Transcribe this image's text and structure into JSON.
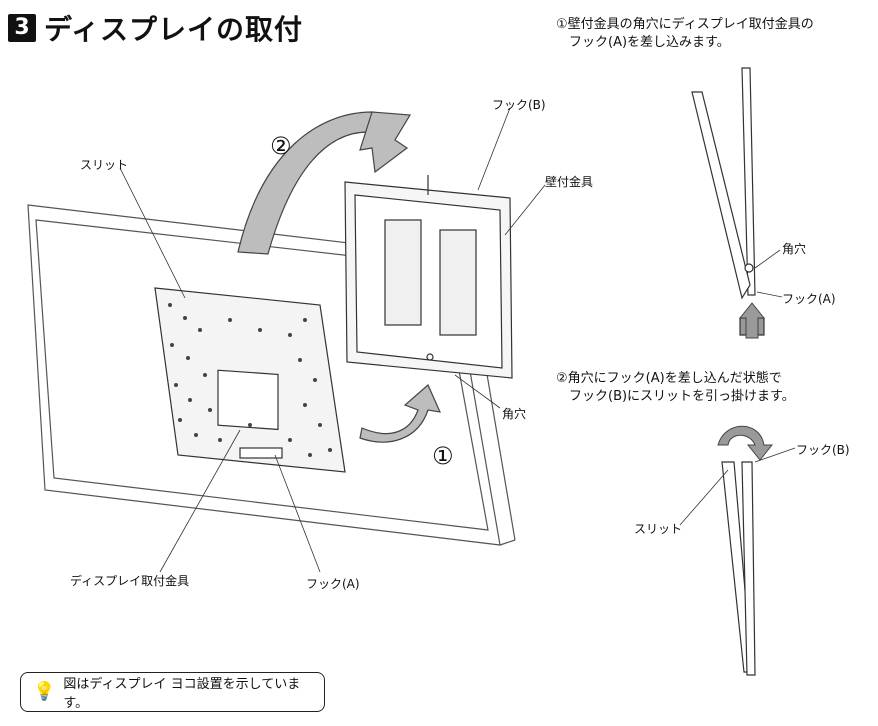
{
  "title": {
    "number": "3",
    "text": "ディスプレイの取付"
  },
  "steps": {
    "step1": "①壁付金具の角穴にディスプレイ取付金具の\n　フック(A)を差し込みます。",
    "step2": "②角穴にフック(A)を差し込んだ状態で\n　フック(B)にスリットを引っ掛けます。"
  },
  "labels": {
    "hook_b_top": "フック(B)",
    "slit_left": "スリット",
    "wall_bracket": "壁付金具",
    "square_hole_main": "角穴",
    "display_bracket": "ディスプレイ取付金具",
    "hook_a_main": "フック(A)",
    "square_hole_side": "角穴",
    "hook_a_side": "フック(A)",
    "hook_b_side": "フック(B)",
    "slit_side": "スリット",
    "num1": "①",
    "num2": "②"
  },
  "footer": {
    "icon": "lightbulb-icon",
    "text": "図はディスプレイ ヨコ設置を示しています。"
  }
}
